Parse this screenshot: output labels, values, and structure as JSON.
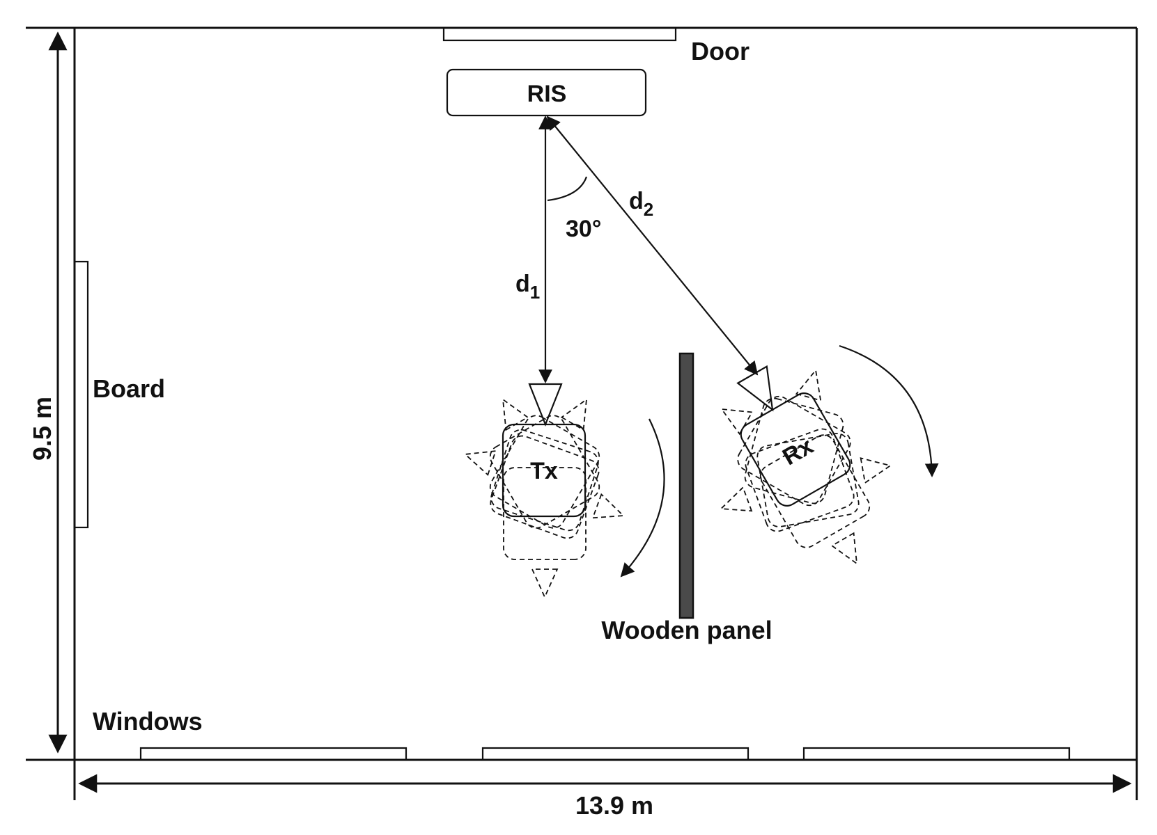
{
  "labels": {
    "door": "Door",
    "ris": "RIS",
    "board": "Board",
    "windows": "Windows",
    "wooden_panel": "Wooden panel",
    "tx": "Tx",
    "rx": "Rx",
    "d1_main": "d",
    "d1_sub": "1",
    "d2_main": "d",
    "d2_sub": "2",
    "angle": "30°",
    "height": "9.5 m",
    "width": "13.9 m"
  },
  "colors": {
    "ink": "#111111",
    "panel_fill": "#4a4a4a",
    "background": "#ffffff"
  }
}
